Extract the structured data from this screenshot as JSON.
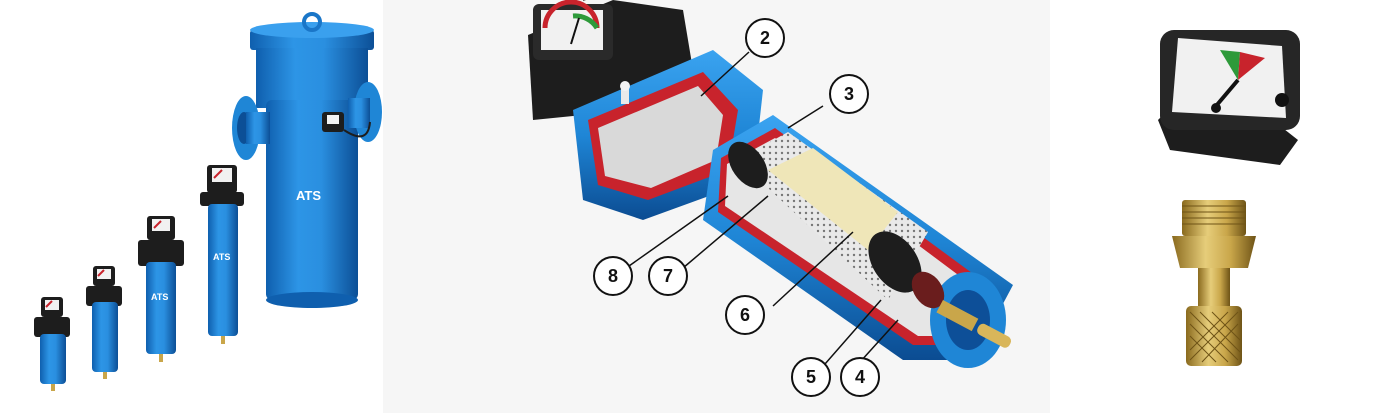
{
  "product_range": {
    "brand_label": "ATS"
  },
  "cutaway": {
    "callouts": [
      "2",
      "3",
      "4",
      "5",
      "6",
      "7",
      "8"
    ]
  },
  "colors": {
    "housing_blue": "#1f86d6",
    "interior_red": "#c8232c",
    "gauge_head": "#1d1d1d",
    "brass": "#c9a64a"
  },
  "accessories": {
    "items": [
      "differential-pressure-gauge",
      "brass-drain-valve"
    ]
  }
}
